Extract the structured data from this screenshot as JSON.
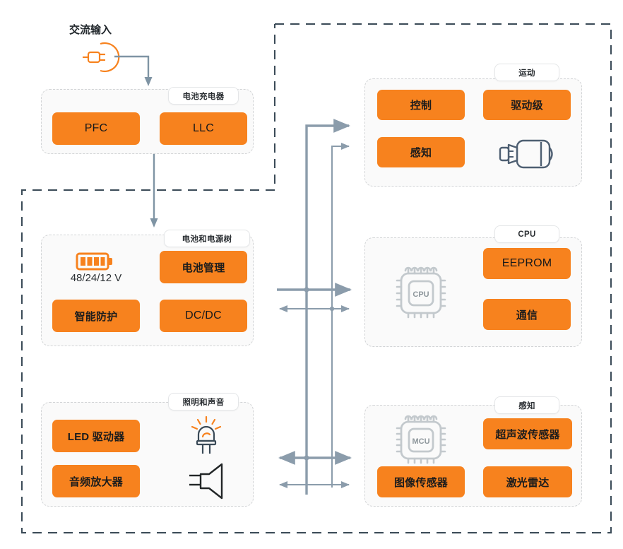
{
  "diagram": {
    "title_label": "交流输入",
    "colors": {
      "accent_orange": "#F7821E",
      "outer_border": "#3a4a57",
      "panel_border": "#d2d4d6",
      "panel_fill": "#fafafa",
      "bus_line": "#8b9cab",
      "icon_slate": "#5a6b7d",
      "chip_gray": "#c3c9cd"
    },
    "groups": [
      {
        "key": "battery_charger",
        "label": "电池充电器",
        "blocks": [
          {
            "label": "PFC",
            "style": "latin"
          },
          {
            "label": "LLC",
            "style": "latin"
          }
        ]
      },
      {
        "key": "battery_power_tree",
        "label": "电池和电源树",
        "battery_caption": "48/24/12 V",
        "battery_icon": "battery-icon",
        "blocks": [
          {
            "label": "电池管理",
            "style": "cjk"
          },
          {
            "label": "智能防护",
            "style": "cjk"
          },
          {
            "label": "DC/DC",
            "style": "latin"
          }
        ]
      },
      {
        "key": "lighting_sound",
        "label": "照明和声音",
        "icons": [
          "led-icon",
          "speaker-icon"
        ],
        "blocks": [
          {
            "label": "LED 驱动器",
            "style": "cjk"
          },
          {
            "label": "音频放大器",
            "style": "cjk"
          }
        ]
      },
      {
        "key": "motion",
        "label": "运动",
        "icons": [
          "motor-icon"
        ],
        "blocks": [
          {
            "label": "控制",
            "style": "cjk"
          },
          {
            "label": "驱动级",
            "style": "cjk"
          },
          {
            "label": "感知",
            "style": "cjk"
          }
        ]
      },
      {
        "key": "cpu",
        "label": "CPU",
        "icons": [
          "cpu-chip-icon"
        ],
        "chip_text": "CPU",
        "blocks": [
          {
            "label": "EEPROM",
            "style": "latin"
          },
          {
            "label": "通信",
            "style": "cjk"
          }
        ]
      },
      {
        "key": "sensing",
        "label": "感知",
        "icons": [
          "mcu-chip-icon"
        ],
        "chip_text": "MCU",
        "blocks": [
          {
            "label": "超声波传感器",
            "style": "cjk"
          },
          {
            "label": "图像传感器",
            "style": "cjk"
          },
          {
            "label": "激光雷达",
            "style": "cjk"
          }
        ]
      }
    ]
  }
}
